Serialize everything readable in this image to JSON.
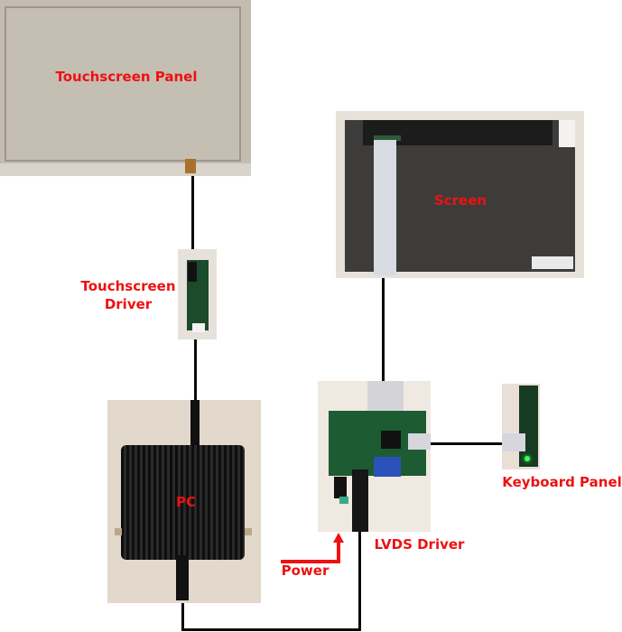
{
  "diagram": {
    "title": "",
    "components": {
      "touchscreen_panel": {
        "label": "Touchscreen Panel"
      },
      "screen": {
        "label": "Screen"
      },
      "touchscreen_driver": {
        "label_line1": "Touchscreen",
        "label_line2": "Driver"
      },
      "pc": {
        "label": "PC"
      },
      "lvds_driver": {
        "label": "LVDS Driver"
      },
      "keyboard_panel": {
        "label": "Keyboard Panel"
      },
      "power": {
        "label": "Power"
      }
    },
    "connections": [
      {
        "from": "Touchscreen Panel",
        "to": "Touchscreen Driver"
      },
      {
        "from": "Touchscreen Driver",
        "to": "PC"
      },
      {
        "from": "PC",
        "to": "LVDS Driver"
      },
      {
        "from": "Screen",
        "to": "LVDS Driver"
      },
      {
        "from": "LVDS Driver",
        "to": "Keyboard Panel"
      },
      {
        "from": "Power",
        "to": "LVDS Driver"
      }
    ],
    "colors": {
      "label": "#ee1111",
      "wire": "#0a0a0a",
      "power_arrow": "#ee1111"
    }
  }
}
